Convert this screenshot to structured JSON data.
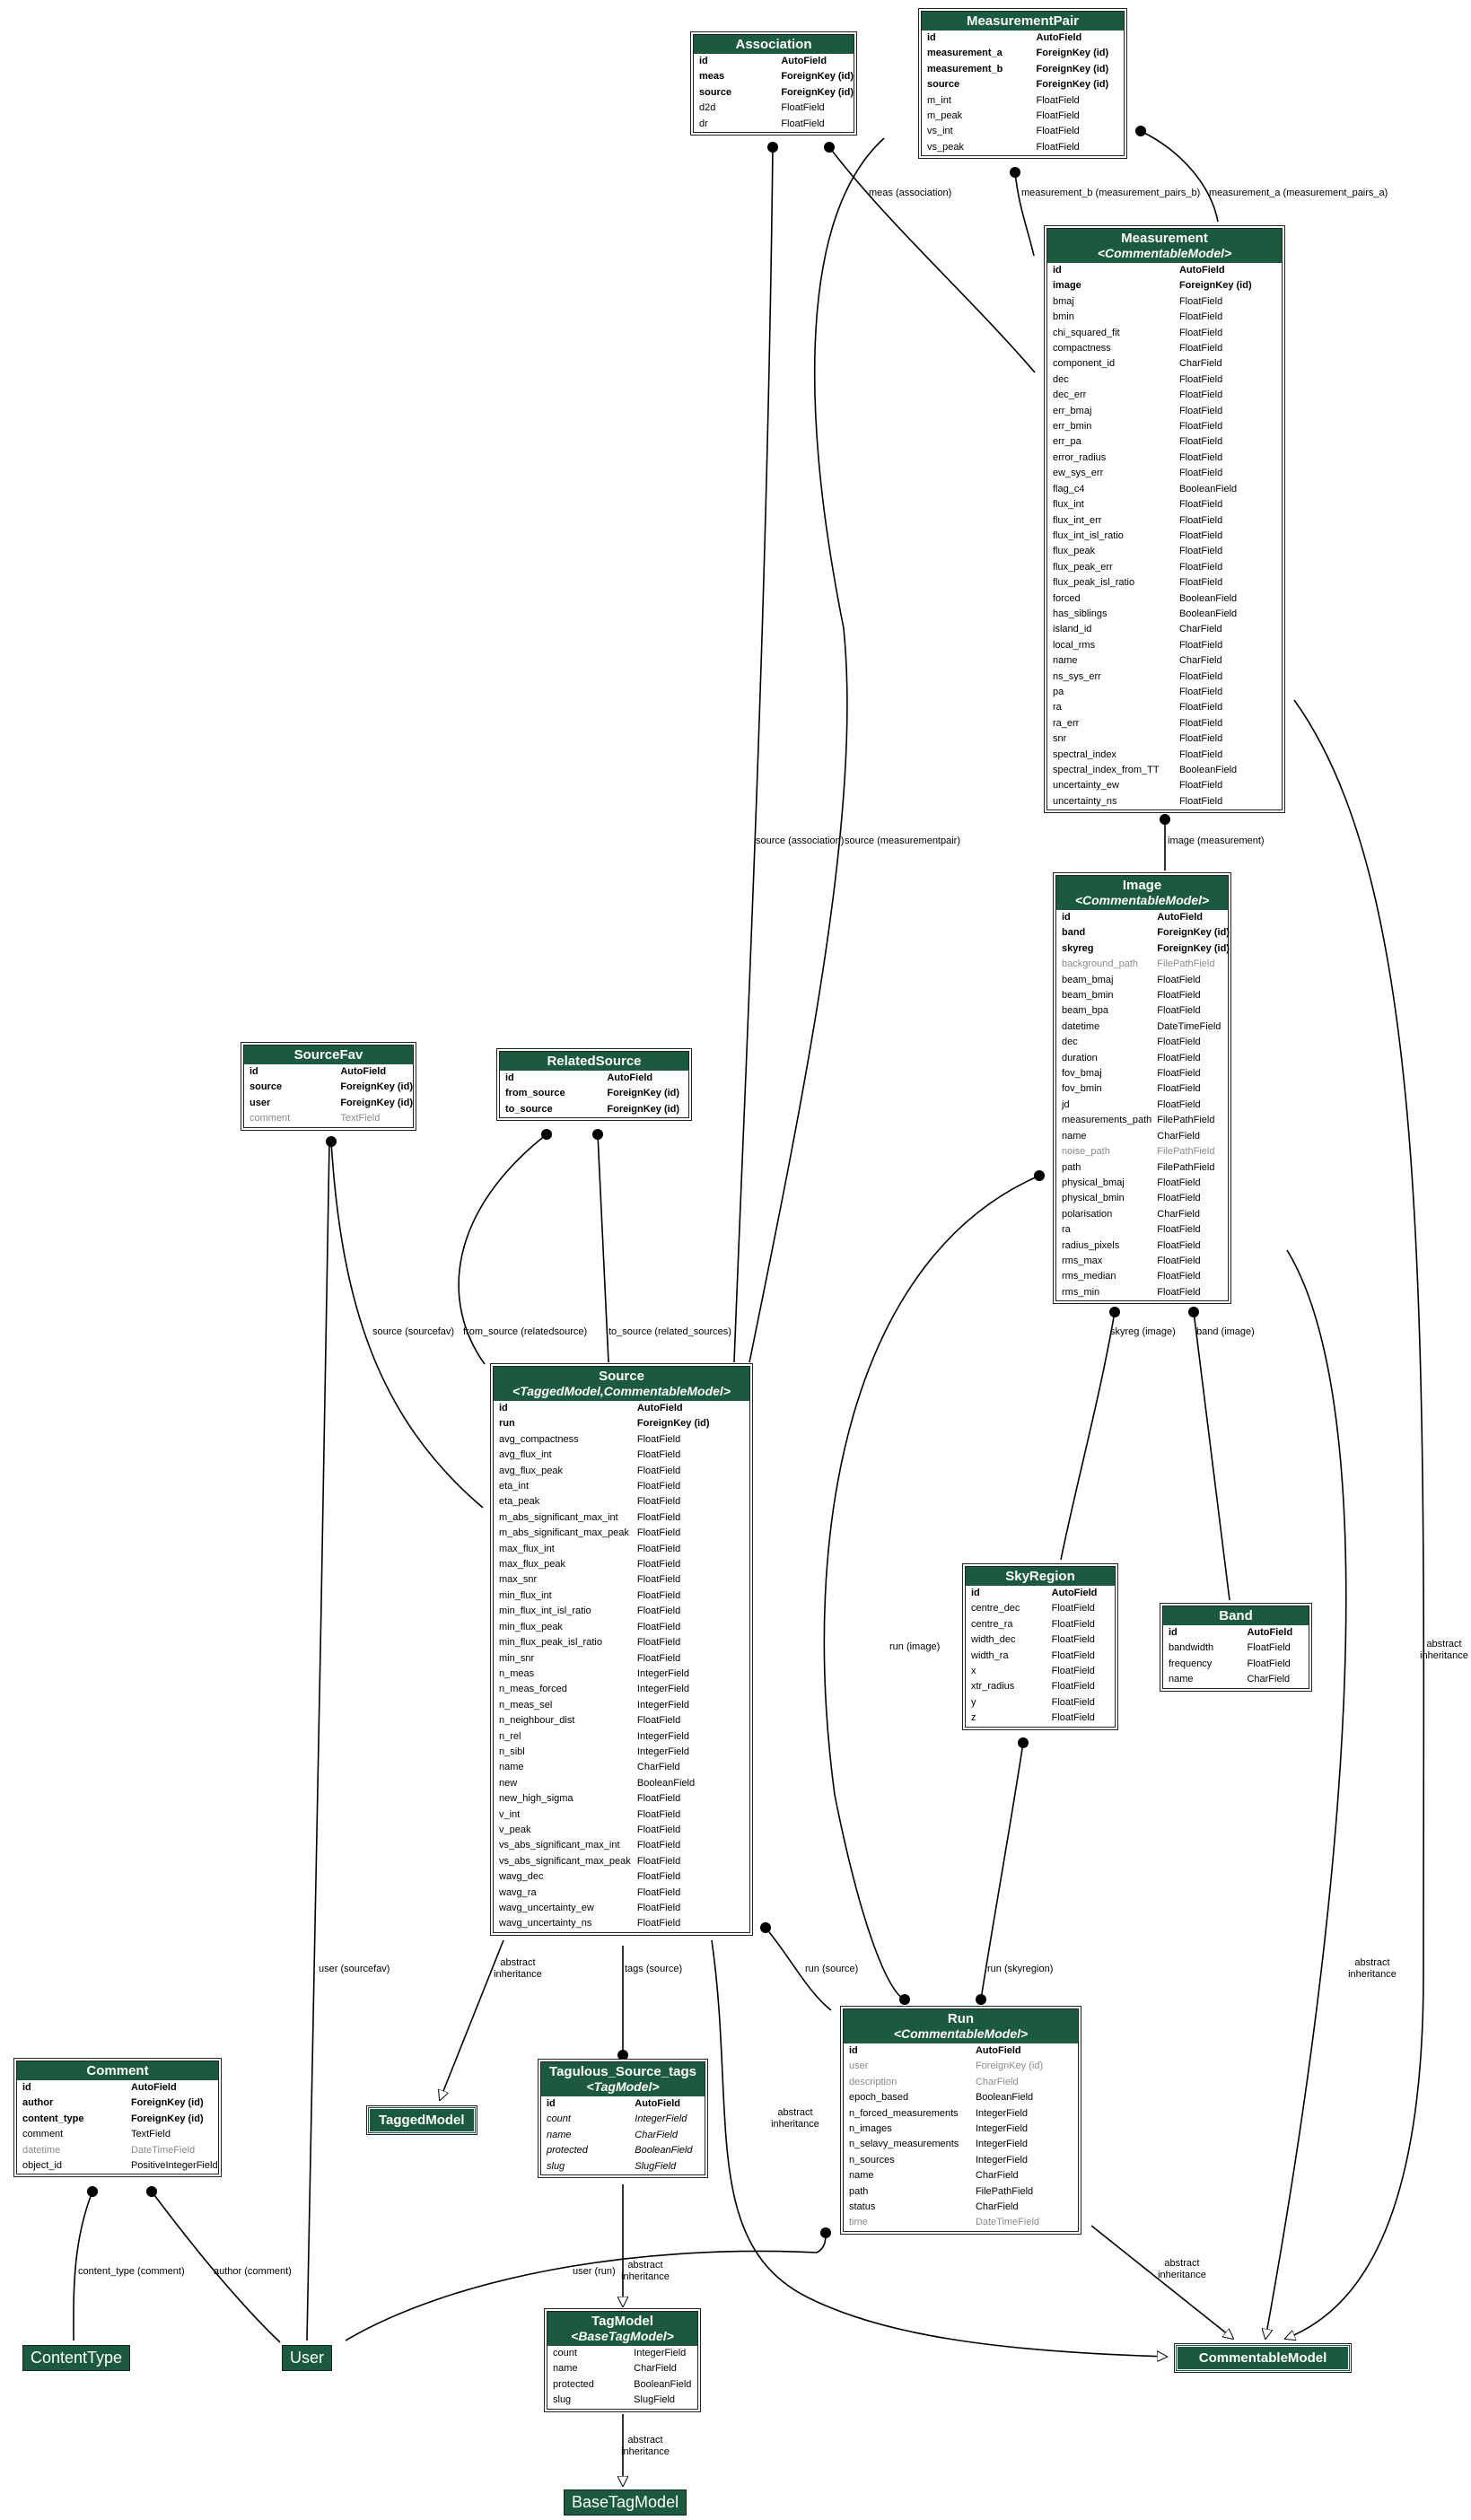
{
  "models": {
    "association": {
      "title": "Association",
      "stereotype": "",
      "fields": [
        [
          "id",
          "AutoField",
          "b"
        ],
        [
          "meas",
          "ForeignKey (id)",
          "b"
        ],
        [
          "source",
          "ForeignKey (id)",
          "b"
        ],
        [
          "d2d",
          "FloatField",
          ""
        ],
        [
          "dr",
          "FloatField",
          ""
        ]
      ]
    },
    "measurementpair": {
      "title": "MeasurementPair",
      "stereotype": "",
      "fields": [
        [
          "id",
          "AutoField",
          "b"
        ],
        [
          "measurement_a",
          "ForeignKey (id)",
          "b"
        ],
        [
          "measurement_b",
          "ForeignKey (id)",
          "b"
        ],
        [
          "source",
          "ForeignKey (id)",
          "b"
        ],
        [
          "m_int",
          "FloatField",
          ""
        ],
        [
          "m_peak",
          "FloatField",
          ""
        ],
        [
          "vs_int",
          "FloatField",
          ""
        ],
        [
          "vs_peak",
          "FloatField",
          ""
        ]
      ]
    },
    "measurement": {
      "title": "Measurement",
      "stereotype": "<CommentableModel>",
      "fields": [
        [
          "id",
          "AutoField",
          "b"
        ],
        [
          "image",
          "ForeignKey (id)",
          "b"
        ],
        [
          "bmaj",
          "FloatField",
          ""
        ],
        [
          "bmin",
          "FloatField",
          ""
        ],
        [
          "chi_squared_fit",
          "FloatField",
          ""
        ],
        [
          "compactness",
          "FloatField",
          ""
        ],
        [
          "component_id",
          "CharField",
          ""
        ],
        [
          "dec",
          "FloatField",
          ""
        ],
        [
          "dec_err",
          "FloatField",
          ""
        ],
        [
          "err_bmaj",
          "FloatField",
          ""
        ],
        [
          "err_bmin",
          "FloatField",
          ""
        ],
        [
          "err_pa",
          "FloatField",
          ""
        ],
        [
          "error_radius",
          "FloatField",
          ""
        ],
        [
          "ew_sys_err",
          "FloatField",
          ""
        ],
        [
          "flag_c4",
          "BooleanField",
          ""
        ],
        [
          "flux_int",
          "FloatField",
          ""
        ],
        [
          "flux_int_err",
          "FloatField",
          ""
        ],
        [
          "flux_int_isl_ratio",
          "FloatField",
          ""
        ],
        [
          "flux_peak",
          "FloatField",
          ""
        ],
        [
          "flux_peak_err",
          "FloatField",
          ""
        ],
        [
          "flux_peak_isl_ratio",
          "FloatField",
          ""
        ],
        [
          "forced",
          "BooleanField",
          ""
        ],
        [
          "has_siblings",
          "BooleanField",
          ""
        ],
        [
          "island_id",
          "CharField",
          ""
        ],
        [
          "local_rms",
          "FloatField",
          ""
        ],
        [
          "name",
          "CharField",
          ""
        ],
        [
          "ns_sys_err",
          "FloatField",
          ""
        ],
        [
          "pa",
          "FloatField",
          ""
        ],
        [
          "ra",
          "FloatField",
          ""
        ],
        [
          "ra_err",
          "FloatField",
          ""
        ],
        [
          "snr",
          "FloatField",
          ""
        ],
        [
          "spectral_index",
          "FloatField",
          ""
        ],
        [
          "spectral_index_from_TT",
          "BooleanField",
          ""
        ],
        [
          "uncertainty_ew",
          "FloatField",
          ""
        ],
        [
          "uncertainty_ns",
          "FloatField",
          ""
        ]
      ]
    },
    "image": {
      "title": "Image",
      "stereotype": "<CommentableModel>",
      "fields": [
        [
          "id",
          "AutoField",
          "b"
        ],
        [
          "band",
          "ForeignKey (id)",
          "b"
        ],
        [
          "skyreg",
          "ForeignKey (id)",
          "b"
        ],
        [
          "background_path",
          "FilePathField",
          "g"
        ],
        [
          "beam_bmaj",
          "FloatField",
          ""
        ],
        [
          "beam_bmin",
          "FloatField",
          ""
        ],
        [
          "beam_bpa",
          "FloatField",
          ""
        ],
        [
          "datetime",
          "DateTimeField",
          ""
        ],
        [
          "dec",
          "FloatField",
          ""
        ],
        [
          "duration",
          "FloatField",
          ""
        ],
        [
          "fov_bmaj",
          "FloatField",
          ""
        ],
        [
          "fov_bmin",
          "FloatField",
          ""
        ],
        [
          "jd",
          "FloatField",
          ""
        ],
        [
          "measurements_path",
          "FilePathField",
          ""
        ],
        [
          "name",
          "CharField",
          ""
        ],
        [
          "noise_path",
          "FilePathField",
          "g"
        ],
        [
          "path",
          "FilePathField",
          ""
        ],
        [
          "physical_bmaj",
          "FloatField",
          ""
        ],
        [
          "physical_bmin",
          "FloatField",
          ""
        ],
        [
          "polarisation",
          "CharField",
          ""
        ],
        [
          "ra",
          "FloatField",
          ""
        ],
        [
          "radius_pixels",
          "FloatField",
          ""
        ],
        [
          "rms_max",
          "FloatField",
          ""
        ],
        [
          "rms_median",
          "FloatField",
          ""
        ],
        [
          "rms_min",
          "FloatField",
          ""
        ]
      ]
    },
    "sourcefav": {
      "title": "SourceFav",
      "stereotype": "",
      "fields": [
        [
          "id",
          "AutoField",
          "b"
        ],
        [
          "source",
          "ForeignKey (id)",
          "b"
        ],
        [
          "user",
          "ForeignKey (id)",
          "b"
        ],
        [
          "comment",
          "TextField",
          "g"
        ]
      ]
    },
    "relatedsource": {
      "title": "RelatedSource",
      "stereotype": "",
      "fields": [
        [
          "id",
          "AutoField",
          "b"
        ],
        [
          "from_source",
          "ForeignKey (id)",
          "b"
        ],
        [
          "to_source",
          "ForeignKey (id)",
          "b"
        ]
      ]
    },
    "source": {
      "title": "Source",
      "stereotype": "<TaggedModel,CommentableModel>",
      "fields": [
        [
          "id",
          "AutoField",
          "b"
        ],
        [
          "run",
          "ForeignKey (id)",
          "b"
        ],
        [
          "avg_compactness",
          "FloatField",
          ""
        ],
        [
          "avg_flux_int",
          "FloatField",
          ""
        ],
        [
          "avg_flux_peak",
          "FloatField",
          ""
        ],
        [
          "eta_int",
          "FloatField",
          ""
        ],
        [
          "eta_peak",
          "FloatField",
          ""
        ],
        [
          "m_abs_significant_max_int",
          "FloatField",
          ""
        ],
        [
          "m_abs_significant_max_peak",
          "FloatField",
          ""
        ],
        [
          "max_flux_int",
          "FloatField",
          ""
        ],
        [
          "max_flux_peak",
          "FloatField",
          ""
        ],
        [
          "max_snr",
          "FloatField",
          ""
        ],
        [
          "min_flux_int",
          "FloatField",
          ""
        ],
        [
          "min_flux_int_isl_ratio",
          "FloatField",
          ""
        ],
        [
          "min_flux_peak",
          "FloatField",
          ""
        ],
        [
          "min_flux_peak_isl_ratio",
          "FloatField",
          ""
        ],
        [
          "min_snr",
          "FloatField",
          ""
        ],
        [
          "n_meas",
          "IntegerField",
          ""
        ],
        [
          "n_meas_forced",
          "IntegerField",
          ""
        ],
        [
          "n_meas_sel",
          "IntegerField",
          ""
        ],
        [
          "n_neighbour_dist",
          "FloatField",
          ""
        ],
        [
          "n_rel",
          "IntegerField",
          ""
        ],
        [
          "n_sibl",
          "IntegerField",
          ""
        ],
        [
          "name",
          "CharField",
          ""
        ],
        [
          "new",
          "BooleanField",
          ""
        ],
        [
          "new_high_sigma",
          "FloatField",
          ""
        ],
        [
          "v_int",
          "FloatField",
          ""
        ],
        [
          "v_peak",
          "FloatField",
          ""
        ],
        [
          "vs_abs_significant_max_int",
          "FloatField",
          ""
        ],
        [
          "vs_abs_significant_max_peak",
          "FloatField",
          ""
        ],
        [
          "wavg_dec",
          "FloatField",
          ""
        ],
        [
          "wavg_ra",
          "FloatField",
          ""
        ],
        [
          "wavg_uncertainty_ew",
          "FloatField",
          ""
        ],
        [
          "wavg_uncertainty_ns",
          "FloatField",
          ""
        ]
      ]
    },
    "skyregion": {
      "title": "SkyRegion",
      "stereotype": "",
      "fields": [
        [
          "id",
          "AutoField",
          "b"
        ],
        [
          "centre_dec",
          "FloatField",
          ""
        ],
        [
          "centre_ra",
          "FloatField",
          ""
        ],
        [
          "width_dec",
          "FloatField",
          ""
        ],
        [
          "width_ra",
          "FloatField",
          ""
        ],
        [
          "x",
          "FloatField",
          ""
        ],
        [
          "xtr_radius",
          "FloatField",
          ""
        ],
        [
          "y",
          "FloatField",
          ""
        ],
        [
          "z",
          "FloatField",
          ""
        ]
      ]
    },
    "band": {
      "title": "Band",
      "stereotype": "",
      "fields": [
        [
          "id",
          "AutoField",
          "b"
        ],
        [
          "bandwidth",
          "FloatField",
          ""
        ],
        [
          "frequency",
          "FloatField",
          ""
        ],
        [
          "name",
          "CharField",
          ""
        ]
      ]
    },
    "comment": {
      "title": "Comment",
      "stereotype": "",
      "fields": [
        [
          "id",
          "AutoField",
          "b"
        ],
        [
          "author",
          "ForeignKey (id)",
          "b"
        ],
        [
          "content_type",
          "ForeignKey (id)",
          "b"
        ],
        [
          "comment",
          "TextField",
          ""
        ],
        [
          "datetime",
          "DateTimeField",
          "g"
        ],
        [
          "object_id",
          "PositiveIntegerField",
          ""
        ]
      ]
    },
    "taggulous": {
      "title": "Tagulous_Source_tags",
      "stereotype": "<TagModel>",
      "fields": [
        [
          "id",
          "AutoField",
          "b"
        ],
        [
          "count",
          "IntegerField",
          "i"
        ],
        [
          "name",
          "CharField",
          "i"
        ],
        [
          "protected",
          "BooleanField",
          "i"
        ],
        [
          "slug",
          "SlugField",
          "i"
        ]
      ]
    },
    "run": {
      "title": "Run",
      "stereotype": "<CommentableModel>",
      "fields": [
        [
          "id",
          "AutoField",
          "b"
        ],
        [
          "user",
          "ForeignKey (id)",
          "g"
        ],
        [
          "description",
          "CharField",
          "g"
        ],
        [
          "epoch_based",
          "BooleanField",
          ""
        ],
        [
          "n_forced_measurements",
          "IntegerField",
          ""
        ],
        [
          "n_images",
          "IntegerField",
          ""
        ],
        [
          "n_selavy_measurements",
          "IntegerField",
          ""
        ],
        [
          "n_sources",
          "IntegerField",
          ""
        ],
        [
          "name",
          "CharField",
          ""
        ],
        [
          "path",
          "FilePathField",
          ""
        ],
        [
          "status",
          "CharField",
          ""
        ],
        [
          "time",
          "DateTimeField",
          "g"
        ]
      ]
    },
    "tagmodel": {
      "title": "TagModel",
      "stereotype": "<BaseTagModel>",
      "fields": [
        [
          "count",
          "IntegerField",
          ""
        ],
        [
          "name",
          "CharField",
          ""
        ],
        [
          "protected",
          "BooleanField",
          ""
        ],
        [
          "slug",
          "SlugField",
          ""
        ]
      ]
    }
  },
  "pills": {
    "taggedmodel": "TaggedModel",
    "commentablemodel": "CommentableModel",
    "contenttype": "ContentType",
    "user": "User",
    "basetagmodel": "BaseTagModel"
  },
  "edge_labels": {
    "meas_association": "meas (association)",
    "measurement_b": "measurement_b (measurement_pairs_b)",
    "measurement_a": "measurement_a (measurement_pairs_a)",
    "source_association": "source (association)",
    "source_measurementpair": "source (measurementpair)",
    "image_measurement": "image (measurement)",
    "source_sourcefav": "source (sourcefav)",
    "from_source": "from_source (relatedsource)",
    "to_source": "to_source (related_sources)",
    "skyreg_image": "skyreg (image)",
    "band_image": "band (image)",
    "run_image": "run (image)",
    "user_sourcefav": "user (sourcefav)",
    "tags_source": "tags (source)",
    "run_source": "run (source)",
    "run_skyregion": "run (skyregion)",
    "content_type_comment": "content_type (comment)",
    "author_comment": "author (comment)",
    "user_run": "user (run)",
    "abstract_inheritance": "abstract inheritance"
  }
}
